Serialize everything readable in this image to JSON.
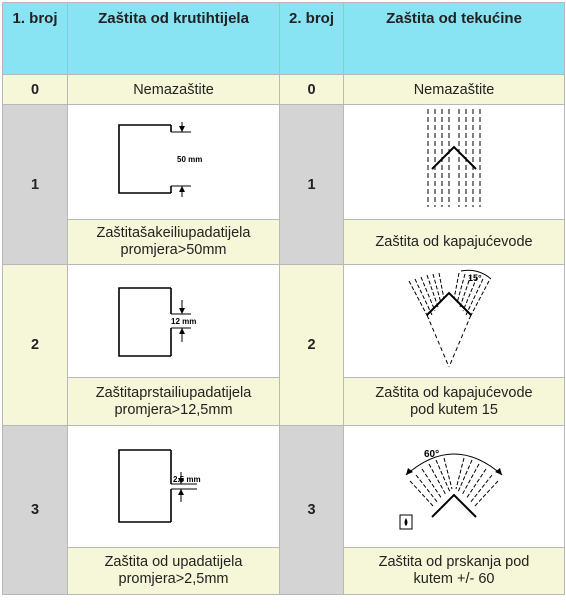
{
  "header": {
    "col1": "1. broj",
    "col2": "Zaštita od krutihtijela",
    "col3": "2. broj",
    "col4": "Zaštita od tekućine"
  },
  "none_row": {
    "solid_num": "0",
    "solid_text": "Nemazaštite",
    "liquid_num": "0",
    "liquid_text": "Nemazaštite"
  },
  "rows": [
    {
      "solid_num": "1",
      "solid_dim": "50 mm",
      "solid_caption_l1": "Zaštitašakeiliupadatijela",
      "solid_caption_l2": "promjera>50mm",
      "liquid_num": "1",
      "liquid_caption_l1": "Zaštita od kapajućevode",
      "liquid_caption_l2": ""
    },
    {
      "solid_num": "2",
      "solid_dim": "12 mm",
      "solid_caption_l1": "Zaštitaprstailiupadatijela",
      "solid_caption_l2": "promjera>12,5mm",
      "liquid_num": "2",
      "liquid_angle": "15°",
      "liquid_caption_l1": "Zaštita od kapajućevode",
      "liquid_caption_l2": "pod kutem 15"
    },
    {
      "solid_num": "3",
      "solid_dim": "2.5 mm",
      "solid_caption_l1": "Zaštita od upadatijela",
      "solid_caption_l2": "promjera>2,5mm",
      "liquid_num": "3",
      "liquid_angle": "60°",
      "liquid_caption_l1": "Zaštita od prskanja pod",
      "liquid_caption_l2": "kutem +/- 60"
    }
  ]
}
